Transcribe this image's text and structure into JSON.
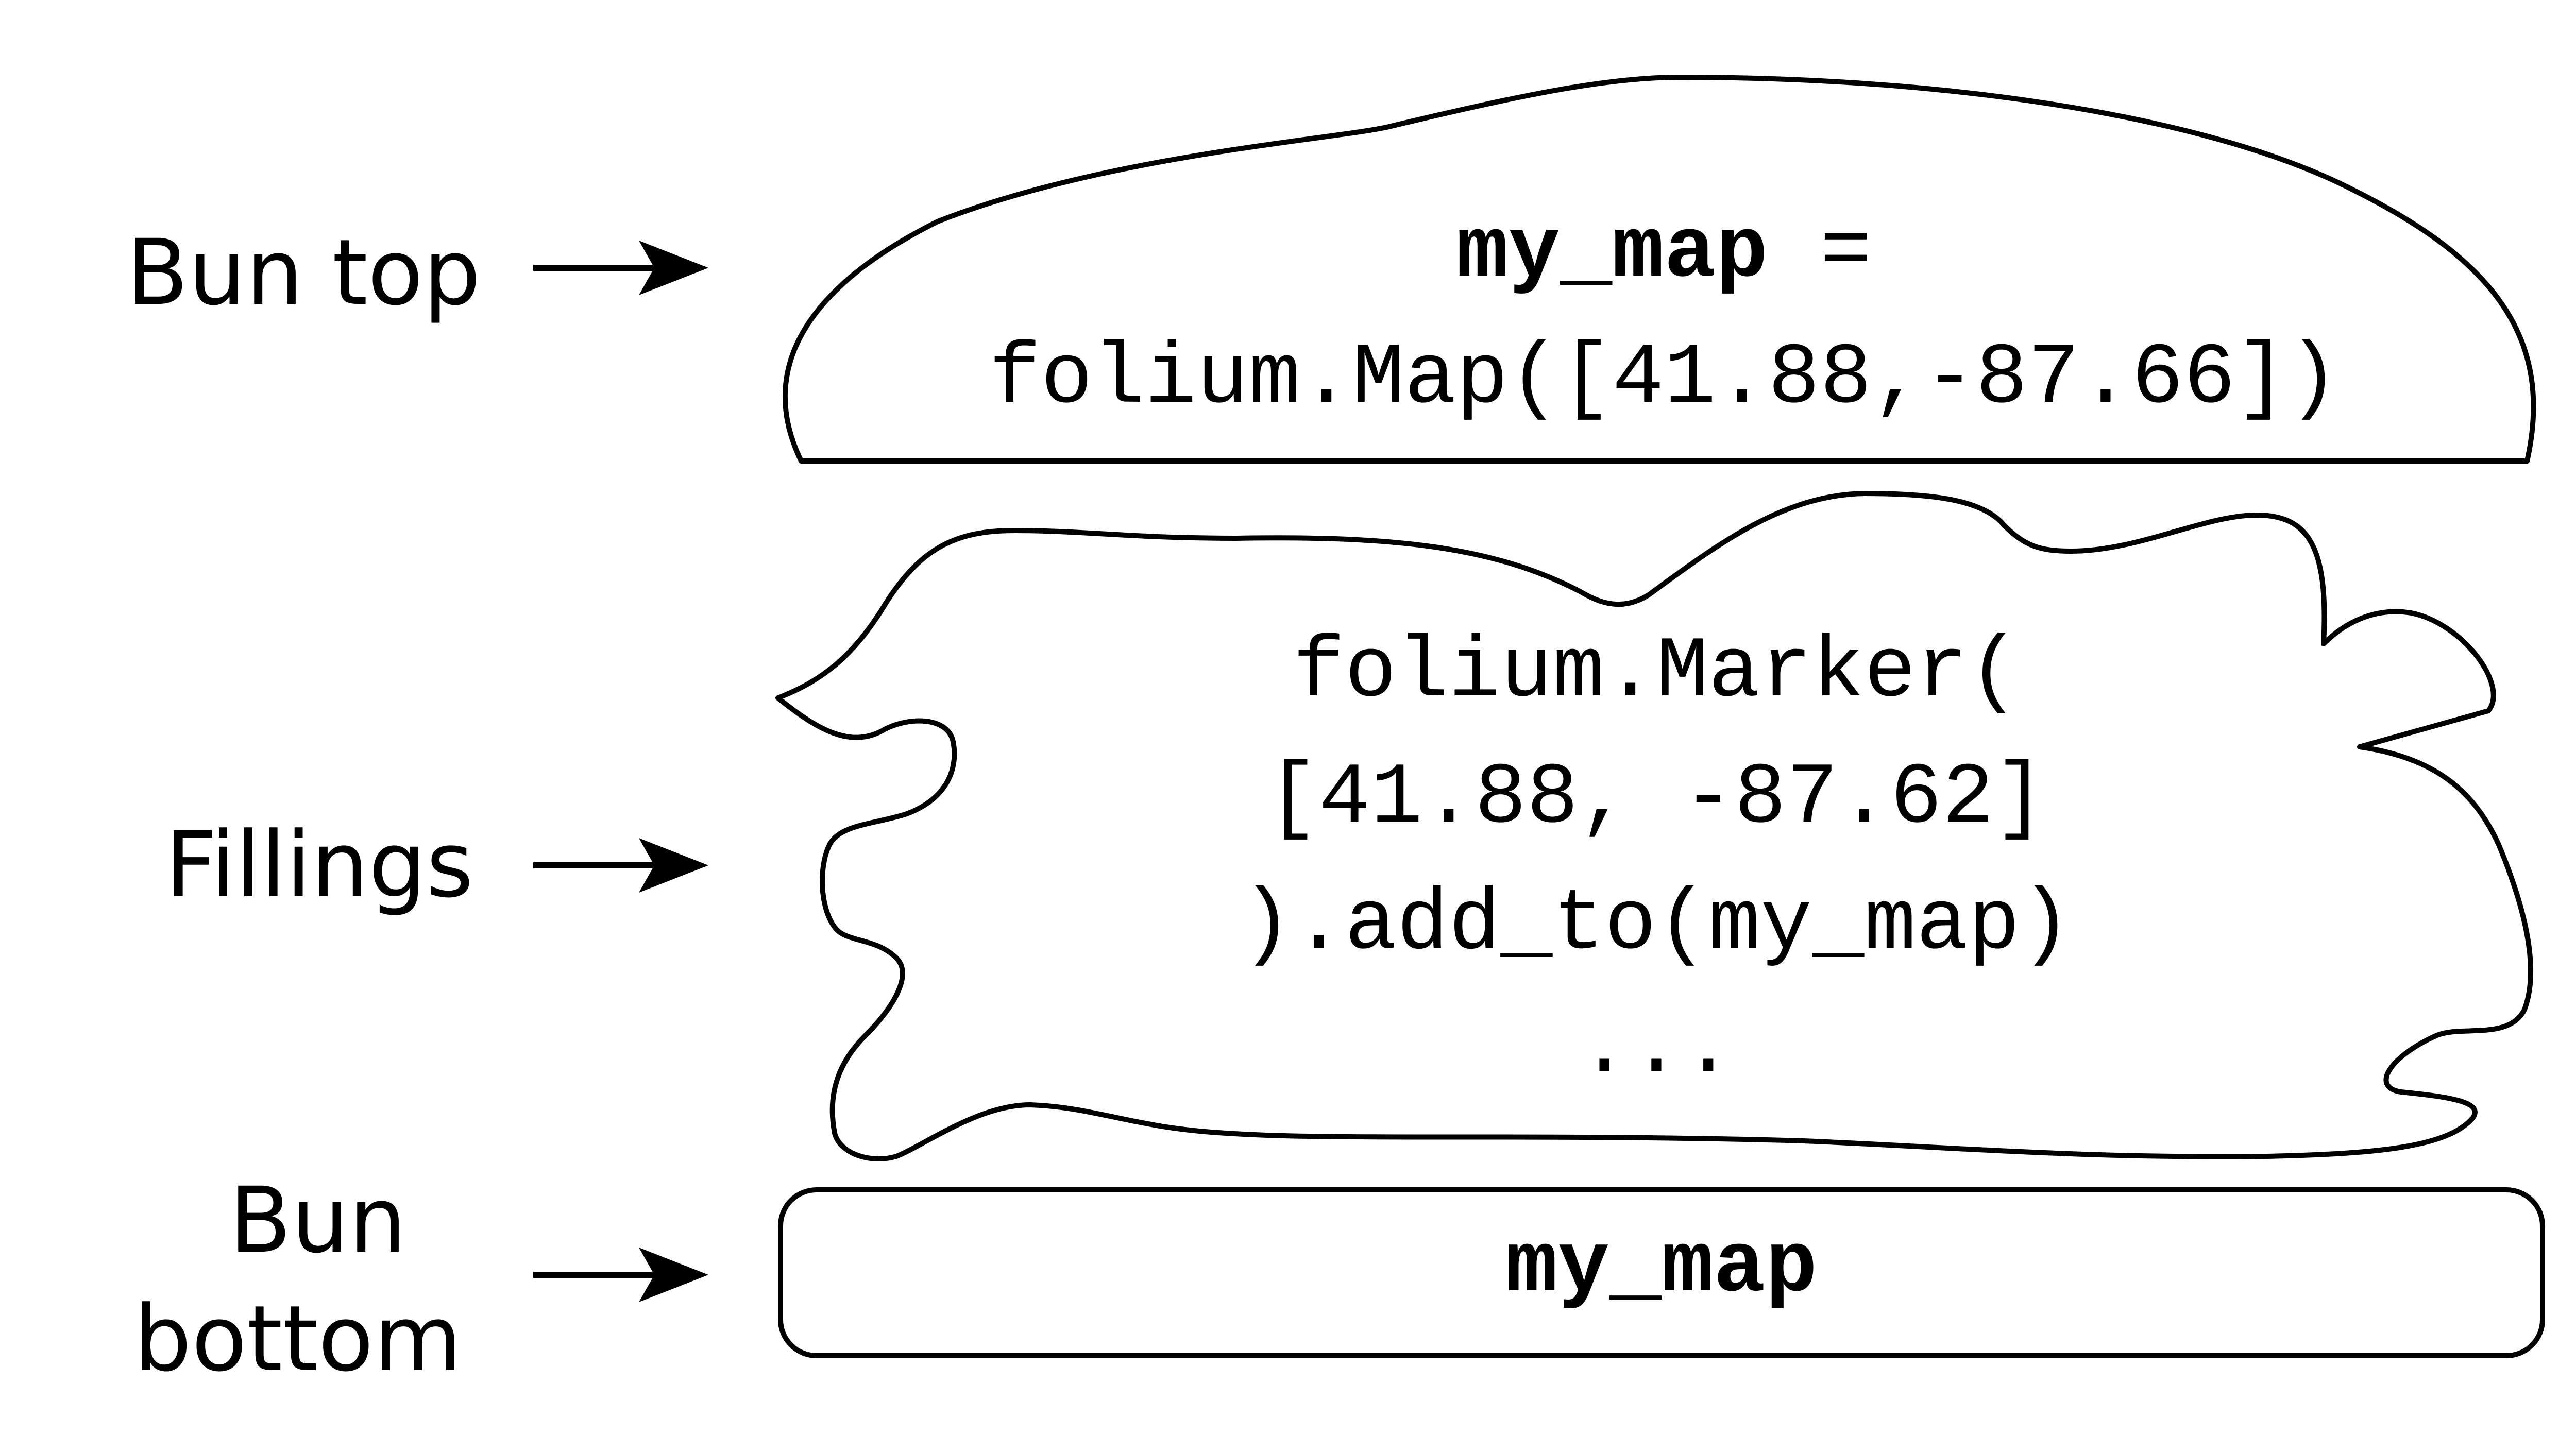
{
  "labels": {
    "bun_top": "Bun top",
    "fillings": "Fillings",
    "bun_bottom_line1": "Bun",
    "bun_bottom_line2": "bottom"
  },
  "bun_top_code": {
    "line1_bold": "my_map",
    "line1_rest": " =",
    "line2": "folium.Map([41.88,-87.66])"
  },
  "fillings_code": {
    "line1": "folium.Marker(",
    "line2": "[41.88, -87.62]",
    "line3": ").add_to(my_map)",
    "line4": "..."
  },
  "bun_bottom_code": {
    "text": "my_map"
  },
  "colors": {
    "stroke": "#000000",
    "fill": "#ffffff",
    "background": "#ffffff"
  }
}
